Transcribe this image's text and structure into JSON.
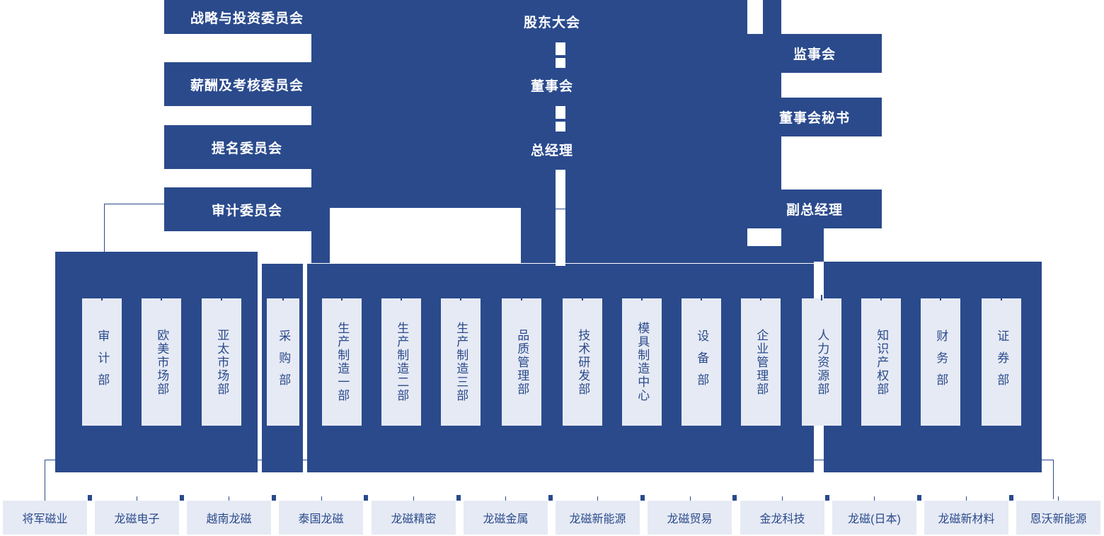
{
  "theme": {
    "brand_blue": "#2A4A8C",
    "chip_fill": "#E6EAF4",
    "chip_text": "#2A4A8C",
    "label_text": "#FFFFFF",
    "background": "#FFFFFF"
  },
  "governance": {
    "shareholders_meeting": "股东大会",
    "board_of_directors": "董事会",
    "general_manager": "总经理"
  },
  "board_committees": [
    {
      "label": "战略与投资委员会"
    },
    {
      "label": "薪酬及考核委员会"
    },
    {
      "label": "提名委员会"
    },
    {
      "label": "审计委员会"
    }
  ],
  "right_column": [
    {
      "label": "监事会"
    },
    {
      "label": "董事会秘书"
    },
    {
      "label": "副总经理"
    }
  ],
  "departments": [
    {
      "label": "审计部",
      "spaced": true
    },
    {
      "label": "欧美市场部",
      "spaced": false
    },
    {
      "label": "亚太市场部",
      "spaced": false
    },
    {
      "label": "采购部",
      "spaced": true
    },
    {
      "label": "生产制造一部",
      "spaced": false
    },
    {
      "label": "生产制造二部",
      "spaced": false
    },
    {
      "label": "生产制造三部",
      "spaced": false
    },
    {
      "label": "品质管理部",
      "spaced": false
    },
    {
      "label": "技术研发部",
      "spaced": false
    },
    {
      "label": "模具制造中心",
      "spaced": false
    },
    {
      "label": "设备部",
      "spaced": true
    },
    {
      "label": "企业管理部",
      "spaced": false
    },
    {
      "label": "人力资源部",
      "spaced": false
    },
    {
      "label": "知识产权部",
      "spaced": false
    },
    {
      "label": "财务部",
      "spaced": true
    },
    {
      "label": "证券部",
      "spaced": true
    }
  ],
  "subsidiaries": [
    {
      "label": "将军磁业"
    },
    {
      "label": "龙磁电子"
    },
    {
      "label": "越南龙磁"
    },
    {
      "label": "泰国龙磁"
    },
    {
      "label": "龙磁精密"
    },
    {
      "label": "龙磁金属"
    },
    {
      "label": "龙磁新能源"
    },
    {
      "label": "龙磁贸易"
    },
    {
      "label": "金龙科技"
    },
    {
      "label": "龙磁(日本)"
    },
    {
      "label": "龙磁新材料"
    },
    {
      "label": "恩沃新能源"
    }
  ]
}
